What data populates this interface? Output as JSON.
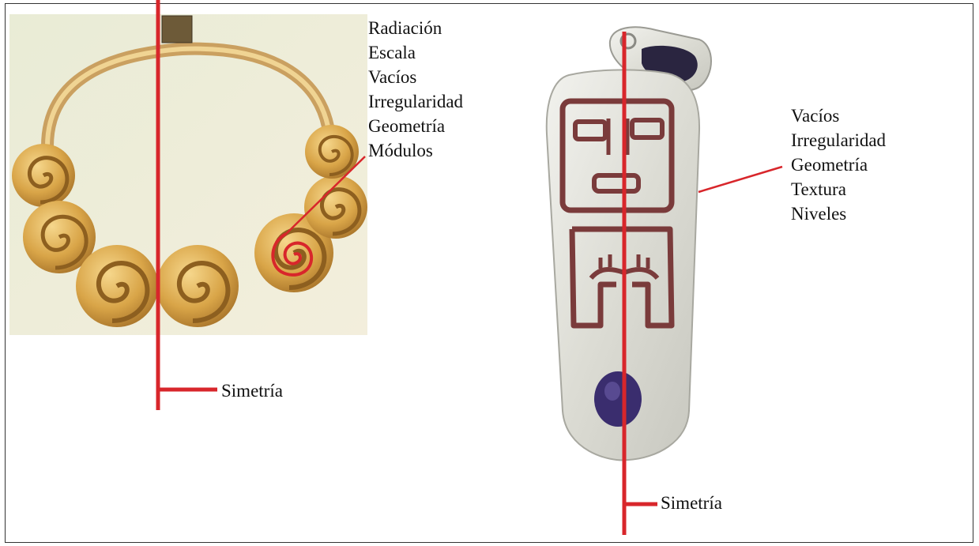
{
  "necklace": {
    "labels": [
      "Radiación",
      "Escala",
      "Vacíos",
      "Irregularidad",
      "Geometría",
      "Módulos"
    ],
    "symmetry_label": "Simetría"
  },
  "pendant": {
    "labels": [
      "Vacíos",
      "Irregularidad",
      "Geometría",
      "Textura",
      "Niveles"
    ],
    "symmetry_label": "Simetría"
  },
  "colors": {
    "annotation": "#d8262b",
    "gold": "#d6a24a",
    "silver": "#dcdcd6",
    "engraving": "#7a3b3b",
    "stone": "#2a2540"
  }
}
